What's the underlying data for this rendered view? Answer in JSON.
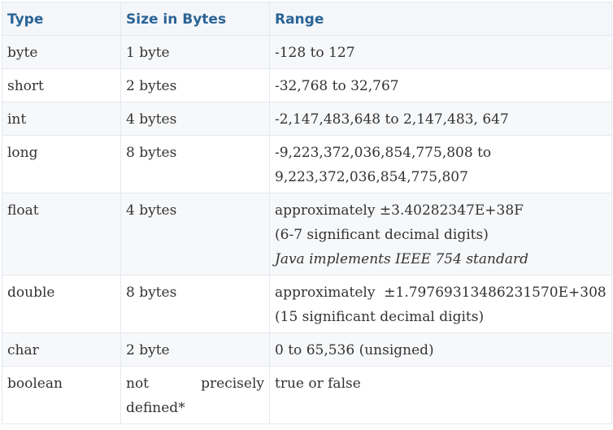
{
  "headers": [
    "Type",
    "Size in Bytes",
    "Range"
  ],
  "rows": [
    {
      "type": "byte",
      "size": [
        "1 byte"
      ],
      "range": [
        "-128 to 127"
      ]
    },
    {
      "type": "short",
      "size": [
        "2 bytes"
      ],
      "range": [
        "-32,768 to 32,767"
      ]
    },
    {
      "type": "int",
      "size": [
        "4 bytes"
      ],
      "range": [
        "-2,147,483,648 to 2,147,483, 647"
      ]
    },
    {
      "type": "long",
      "size": [
        "8 bytes"
      ],
      "range": [
        "-9,223,372,036,854,775,808 to",
        "9,223,372,036,854,775,807"
      ]
    },
    {
      "type": "float",
      "size": [
        "4 bytes"
      ],
      "range": [
        "approximately ±3.40282347E+38F",
        "(6-7 significant decimal digits)",
        "Java implements IEEE 754 standard"
      ]
    },
    {
      "type": "double",
      "size": [
        "8 bytes"
      ],
      "range": [
        "approximately  ±1.79769313486231570E+308",
        "(15 significant decimal digits)"
      ]
    },
    {
      "type": "char",
      "size": [
        "2 byte"
      ],
      "range": [
        "0 to 65,536 (unsigned)"
      ]
    },
    {
      "type": "boolean",
      "size": [
        "not precisely",
        "defined*"
      ],
      "range": [
        "true or false"
      ]
    }
  ]
}
